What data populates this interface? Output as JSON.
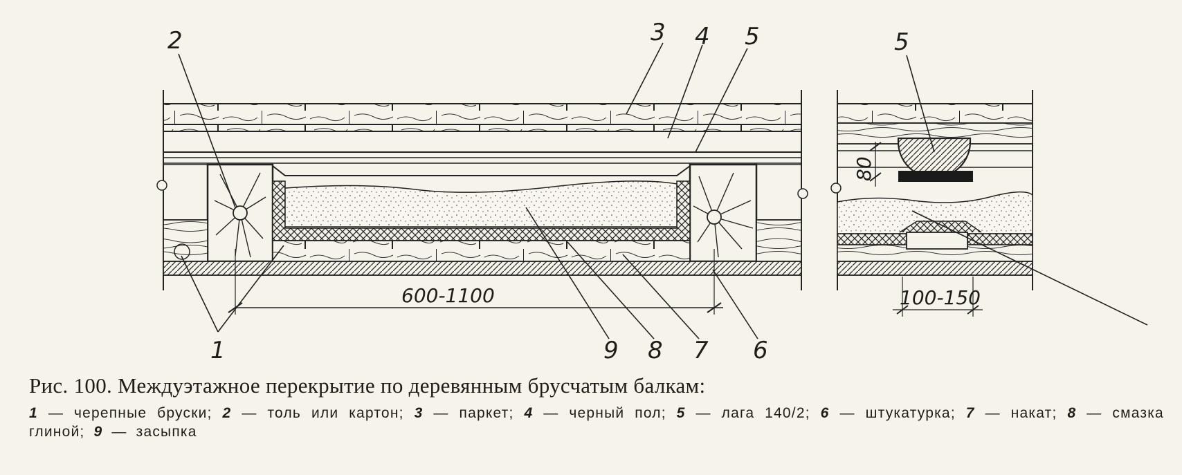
{
  "figure": {
    "callouts": {
      "c1": "1",
      "c2": "2",
      "c3": "3",
      "c4": "4",
      "c5a": "5",
      "c5b": "5",
      "c6": "6",
      "c7": "7",
      "c8": "8",
      "c9": "9"
    },
    "dimensions": {
      "span": "600-1100",
      "height": "80",
      "width": "100-150"
    }
  },
  "caption": {
    "title": "Рис. 100. Междуэтажное перекрытие по деревянным брусчатым балкам:",
    "items": [
      {
        "num": "1",
        "text": "черепные бруски"
      },
      {
        "num": "2",
        "text": "толь или картон"
      },
      {
        "num": "3",
        "text": "паркет"
      },
      {
        "num": "4",
        "text": "черный пол"
      },
      {
        "num": "5",
        "text": "лага 140/2"
      },
      {
        "num": "6",
        "text": "штукатурка"
      },
      {
        "num": "7",
        "text": "накат"
      },
      {
        "num": "8",
        "text": "смазка глиной"
      },
      {
        "num": "9",
        "text": "засыпка"
      }
    ]
  }
}
